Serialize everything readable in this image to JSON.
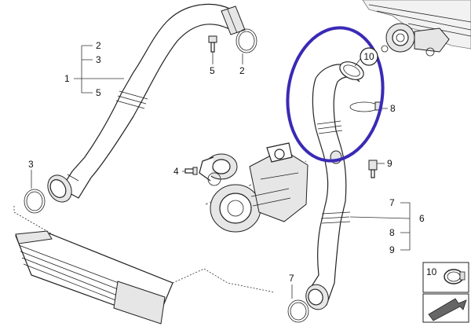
{
  "diagram": {
    "callouts": {
      "hose_main_group": "1",
      "hose_sub_a": "2",
      "hose_sub_b": "3",
      "hose_sub_c": "5",
      "left_ring": "3",
      "bolt_top": "5",
      "oring_top": "2",
      "stud_left": "4",
      "right_ring": "7",
      "right_clamp": "8",
      "circled_part": "10",
      "sensor": "9",
      "right_group": "6",
      "right_sub_a": "7",
      "right_sub_b": "8",
      "right_sub_c": "9",
      "legend_part": "10"
    },
    "highlight_color": "#3a2ab5"
  }
}
